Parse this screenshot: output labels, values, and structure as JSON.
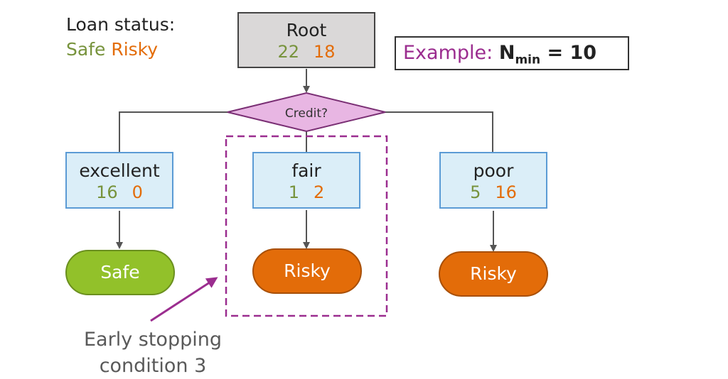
{
  "legend": {
    "title": "Loan status:",
    "safe": "Safe",
    "risky": "Risky"
  },
  "root": {
    "label": "Root",
    "safe_count": "22",
    "risky_count": "18"
  },
  "example": {
    "label": "Example:",
    "n": "N",
    "sub": "min",
    "eq": " = 10"
  },
  "split": {
    "label": "Credit?"
  },
  "branches": [
    {
      "label": "excellent",
      "safe_count": "16",
      "risky_count": "0"
    },
    {
      "label": "fair",
      "safe_count": "1",
      "risky_count": "2"
    },
    {
      "label": "poor",
      "safe_count": "5",
      "risky_count": "16"
    }
  ],
  "leaves": [
    {
      "label": "Safe"
    },
    {
      "label": "Risky"
    },
    {
      "label": "Risky"
    }
  ],
  "note": {
    "line1": "Early stopping",
    "line2": "condition 3"
  },
  "colors": {
    "safe": "#77933c",
    "risky": "#e36c09",
    "highlight": "#9b2d8f",
    "branch_fill": "#dbeef8",
    "split_fill": "#e8b6e3"
  }
}
